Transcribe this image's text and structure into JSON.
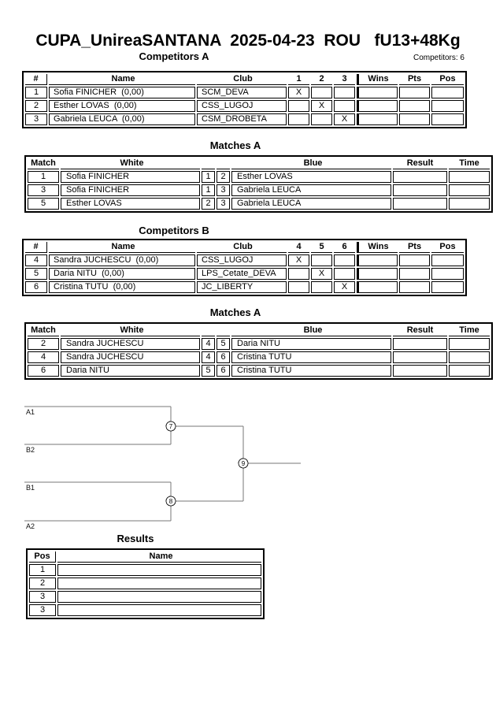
{
  "title": "CUPA_UnireaSANTANA  2025-04-23  ROU   fU13+48Kg",
  "competitors_note": "Competitors: 6",
  "competitors_a": {
    "title": "Competitors A",
    "headers": [
      "#",
      "Name",
      "Club",
      "1",
      "2",
      "3",
      "Wins",
      "Pts",
      "Pos"
    ],
    "rows": [
      [
        "1",
        "Sofia FINICHER  (0,00)",
        "SCM_DEVA",
        "X",
        "",
        "",
        "",
        "",
        ""
      ],
      [
        "2",
        "Esther LOVAS  (0,00)",
        "CSS_LUGOJ",
        "",
        "X",
        "",
        "",
        "",
        ""
      ],
      [
        "3",
        "Gabriela LEUCA  (0,00)",
        "CSM_DROBETA",
        "",
        "",
        "X",
        "",
        "",
        ""
      ]
    ]
  },
  "matches_a": {
    "title": "Matches A",
    "headers": [
      "Match",
      "White",
      "",
      "",
      "Blue",
      "Result",
      "Time"
    ],
    "rows": [
      [
        "1",
        "Sofia FINICHER",
        "1",
        "2",
        "Esther LOVAS",
        "",
        ""
      ],
      [
        "3",
        "Sofia FINICHER",
        "1",
        "3",
        "Gabriela LEUCA",
        "",
        ""
      ],
      [
        "5",
        "Esther LOVAS",
        "2",
        "3",
        "Gabriela LEUCA",
        "",
        ""
      ]
    ]
  },
  "competitors_b": {
    "title": "Competitors B",
    "headers": [
      "#",
      "Name",
      "Club",
      "4",
      "5",
      "6",
      "Wins",
      "Pts",
      "Pos"
    ],
    "rows": [
      [
        "4",
        "Sandra JUCHESCU  (0,00)",
        "CSS_LUGOJ",
        "X",
        "",
        "",
        "",
        "",
        ""
      ],
      [
        "5",
        "Daria NITU  (0,00)",
        "LPS_Cetate_DEVA",
        "",
        "X",
        "",
        "",
        "",
        ""
      ],
      [
        "6",
        "Cristina TUTU  (0,00)",
        "JC_LIBERTY",
        "",
        "",
        "X",
        "",
        "",
        ""
      ]
    ]
  },
  "matches_b": {
    "title": "Matches A",
    "headers": [
      "Match",
      "White",
      "",
      "",
      "Blue",
      "Result",
      "Time"
    ],
    "rows": [
      [
        "2",
        "Sandra JUCHESCU",
        "4",
        "5",
        "Daria NITU",
        "",
        ""
      ],
      [
        "4",
        "Sandra JUCHESCU",
        "4",
        "6",
        "Cristina TUTU",
        "",
        ""
      ],
      [
        "6",
        "Daria NITU",
        "5",
        "6",
        "Cristina TUTU",
        "",
        ""
      ]
    ]
  },
  "results": {
    "title": "Results",
    "headers": [
      "Pos",
      "Name"
    ],
    "rows": [
      [
        "1",
        ""
      ],
      [
        "2",
        ""
      ],
      [
        "3",
        ""
      ],
      [
        "3",
        ""
      ]
    ]
  },
  "bracket": {
    "labels": {
      "a1": "A1",
      "b2": "B2",
      "b1": "B1",
      "a2": "A2"
    },
    "nodes": {
      "n7": "7",
      "n8": "8",
      "n9": "9"
    },
    "line_color": "#777777",
    "node_stroke": "#222222"
  }
}
